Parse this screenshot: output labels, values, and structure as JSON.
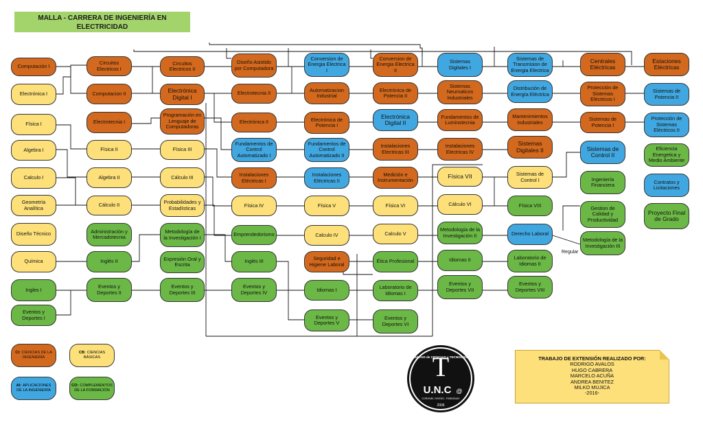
{
  "header": {
    "title_line1": "MALLA - CARRERA DE INGENIERÍA EN",
    "title_line2": "ELECTRICIDAD"
  },
  "colors": {
    "CI": "#d2691e",
    "CB": "#fde07a",
    "AI": "#41a7e0",
    "CO": "#6bb846",
    "header": "#a3d36b"
  },
  "nodes": {
    "computacion1": "Computación I",
    "electronica1": "Electrónica I",
    "fisica1": "Física I",
    "algebra1": "Algebra I",
    "calculo1": "Calculo I",
    "geometria": "Geometría Analítica",
    "diseno_tecnico": "Diseño Técnico",
    "quimica": "Química",
    "ingles1": "Ingles I",
    "eventos1": "Eventos y Deportes I",
    "circuitos1": "Circuitos Electricos I",
    "computacion2": "Computacion II",
    "electrotecnia1": "Electrotecnia I",
    "fisica2": "Física II",
    "algebra2": "Algebra II",
    "calculo2": "Cálculo II",
    "admin_merc": "Administración y Mercadotecnia",
    "ingles2": "Inglés II",
    "eventos2": "Eventos y Deportes II",
    "circuitos2": "Circuitos Electricos II",
    "electronica_digital1": "Electrónica Digital I",
    "programacion": "Programación en Lenguaje de Computadoras",
    "fisica3": "Física III",
    "calculo3": "Cálculo III",
    "probabilidades": "Probabilidades y Estadísticas",
    "metodologia1": "Metodología de la Investigación I",
    "expresion_oral": "Expresión Oral y Escrita",
    "eventos3": "Eventos y Deportes III",
    "diseno_asistido": "Diseño Asistido por Computadora",
    "electrotecnia2": "Electrotecnia II",
    "electronica2": "Electrónica II",
    "fund_control1": "Fundamentos de Control Automatizado I",
    "instalaciones1": "Instalaciones Eléctricas I",
    "fisica4": "Física IV",
    "emprendedorismo": "Emprendedorismo",
    "ingles3": "Inglés III",
    "eventos4": "Eventos y Deportes IV",
    "conversion1": "Conversion de Energia Electrica I",
    "automatizacion": "Automatizacion Industrial",
    "electronica_potencia1": "Electrónica de Potencia I",
    "fund_control2": "Fundamentos de Control Automatizado II",
    "instalaciones2": "Instalaciones Eléctricas II",
    "fisica5": "Física V",
    "calculo4": "Calculo IV",
    "seguridad": "Seguridad e Higiene Laboral",
    "idiomas1": "Idiomas I",
    "eventos5": "Eventos y Deportes V",
    "conversion2": "Conversion de Energia Electrica II",
    "electronica_potencia2": "Electrónica de Potencia II",
    "electronica_digital2": "Electrónica Digital II",
    "instalaciones3": "Instalaciones Electricas III",
    "medicion": "Medición e Instrumentación",
    "fisica6": "Física VI",
    "calculo5": "Calculo V",
    "etica": "Ética Profesional",
    "lab_idiomas1": "Laboratorio de Idiomas I",
    "eventos6": "Eventos y Deportes VI",
    "sistemas_digitales1": "Sistemas Digitales I",
    "sistemas_neumaticos": "Sistemas Neumaticos Industriales",
    "fund_luminotecnia": "Fundamentos de Luminotecnia",
    "instalaciones4": "Instalaciones Electricas IV",
    "fisica7": "Física VII",
    "calculo6": "Cálculo VI",
    "metodologia2": "Metodología de la Investigación II",
    "idiomas2": "Idiomas II",
    "eventos7": "Eventos y Deportes VII",
    "sistemas_transmision": "Sistemas de Transmision de Energia Electrica",
    "distribucion": "Distribución de Energía Eléctrica",
    "mantenimientos": "Mantenimientos Industriales",
    "sistemas_digitales2": "Sistemas Digitales II",
    "sistemas_control1": "Sistemas de Control I",
    "fisica8": "Física VIII",
    "derecho_laboral": "Derecho Laboral",
    "lab_idiomas2": "Laboratorio de Idiomas II",
    "eventos8": "Eventos y Deportes VIII",
    "centrales": "Centrales Eléctricas",
    "proteccion1": "Protección de Sistemas Eléctricos I",
    "sistemas_potencia1": "Sistemas de Potencia I",
    "sistemas_control2": "Sistemas de Control II",
    "ingenieria_financiera": "Ingeniería Financiera",
    "gestion_calidad": "Gestion de Calidad y Productividad",
    "metodologia3": "Metodología de la Investigación III",
    "estaciones": "Estaciones Eléctricas",
    "sistemas_potencia2": "Sistemas de Potencia II",
    "proteccion2": "Protección de Sistemas Eléctricos II",
    "eficiencia": "Eficiencia Energetica y Medio Ambiente",
    "contratos": "Contratos y Licitaciones",
    "proyecto_final": "Proyecto Final de Grado"
  },
  "legend": {
    "ci_code": "CI:",
    "ci_text": "CIENCIAS DE LA INGENIERÍA",
    "cb_code": "CB:",
    "cb_text": "CIENCIAS BÁSICAS",
    "ai_code": "AI:",
    "ai_text": "APLICACIONES DE LA INGENIERÍA",
    "co_code": "CO:",
    "co_text": "COMPLEMENTOS DE LA FORMACIÓN"
  },
  "regular_label": "Regular",
  "credits": {
    "title": "TRABAJO DE EXTENSIÓN REALIZADO POR:",
    "names": [
      "RODRIGO AVALOS",
      "HUGO CABRERA",
      "MARCELO ACUÑA",
      "ANDREA BENITEZ",
      "MILKO MUJICA"
    ],
    "year": "-2016-"
  },
  "logo": {
    "letter": "T",
    "arc_text": "FACULTAD de CIENCIAS y TECNOLOGÍAS",
    "name": "U.N.C",
    "suffix": "@",
    "sub": "CORONEL OVIEDO - PARAGUAY",
    "year": "2006"
  }
}
